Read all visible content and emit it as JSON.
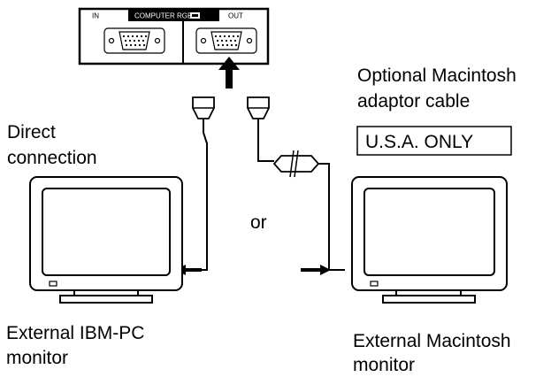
{
  "panel": {
    "in_label": "IN",
    "title": "COMPUTER RGB",
    "out_label": "OUT"
  },
  "labels": {
    "optional_line1": "Optional Macintosh",
    "optional_line2": "adaptor cable",
    "usa_only": "U.S.A. ONLY",
    "direct_line1": "Direct",
    "direct_line2": "connection",
    "or": "or",
    "ibm_line1": "External IBM-PC",
    "ibm_line2": "monitor",
    "mac_line1": "External Macintosh",
    "mac_line2": "monitor"
  }
}
